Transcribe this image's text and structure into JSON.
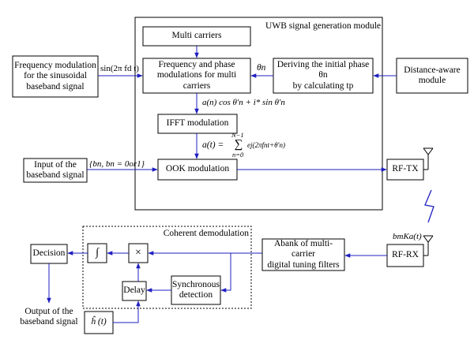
{
  "module_title": "UWB signal generation module",
  "blocks": {
    "multi_carriers": "Multi carriers",
    "freq_phase_mod": "Frequency and phase\nmodulations for multi carriers",
    "deriving_phase": "Deriving the initial phase θn\nby calculating tp",
    "distance_aware": "Distance-aware\nmodule",
    "freq_mod_sinusoidal": "Frequency modulation\nfor the sinusoidal\nbaseband signal",
    "ifft_modulation": "IFFT modulation",
    "input_baseband": "Input of the\nbaseband signal",
    "ook_modulation": "OOK modulation",
    "rf_tx": "RF-TX",
    "rf_rx": "RF-RX",
    "filter_bank": "Abank of multi-carrier\ndigital tuning filters",
    "coherent_title": "Coherent demodulation",
    "multiplier": "×",
    "integrator": "∫",
    "decision": "Decision",
    "delay": "Delay",
    "sync_detection": "Synchronous\ndetection",
    "h_hat": "ĥ (t)",
    "output_baseband": "Output of the\nbaseband signal"
  },
  "signals": {
    "sin_label": "sin(2π fd t)",
    "theta_n": "θn",
    "a_cos": "a(n) cos θ′n + i* sin θ′n",
    "a_t_lhs": "a(t) =",
    "sum_upper": "N−1",
    "sum_symbol": "∑",
    "sum_lower": "n=0",
    "sum_term": "ej(2πfnt+θ′n)",
    "bn_set": "{bn, bn = 0or1}",
    "rx_signal": "bmKa(t)"
  },
  "colors": {
    "line": "#000000",
    "arrow": "#1f1fbf",
    "wireless": "#1f1fbf"
  }
}
